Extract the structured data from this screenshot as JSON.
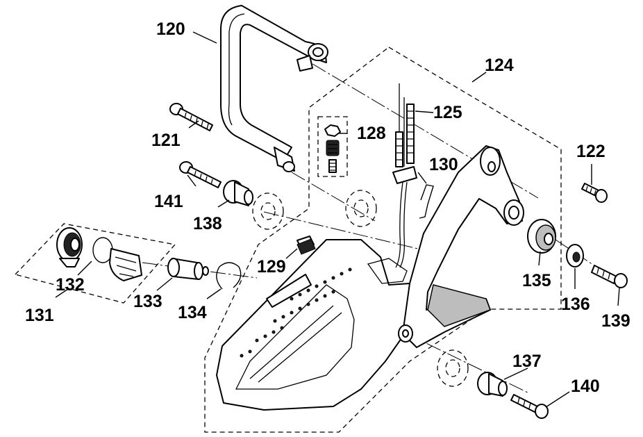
{
  "callouts": [
    "120",
    "121",
    "122",
    "124",
    "125",
    "128",
    "129",
    "130",
    "131",
    "132",
    "133",
    "134",
    "135",
    "136",
    "137",
    "138",
    "139",
    "140",
    "141"
  ]
}
